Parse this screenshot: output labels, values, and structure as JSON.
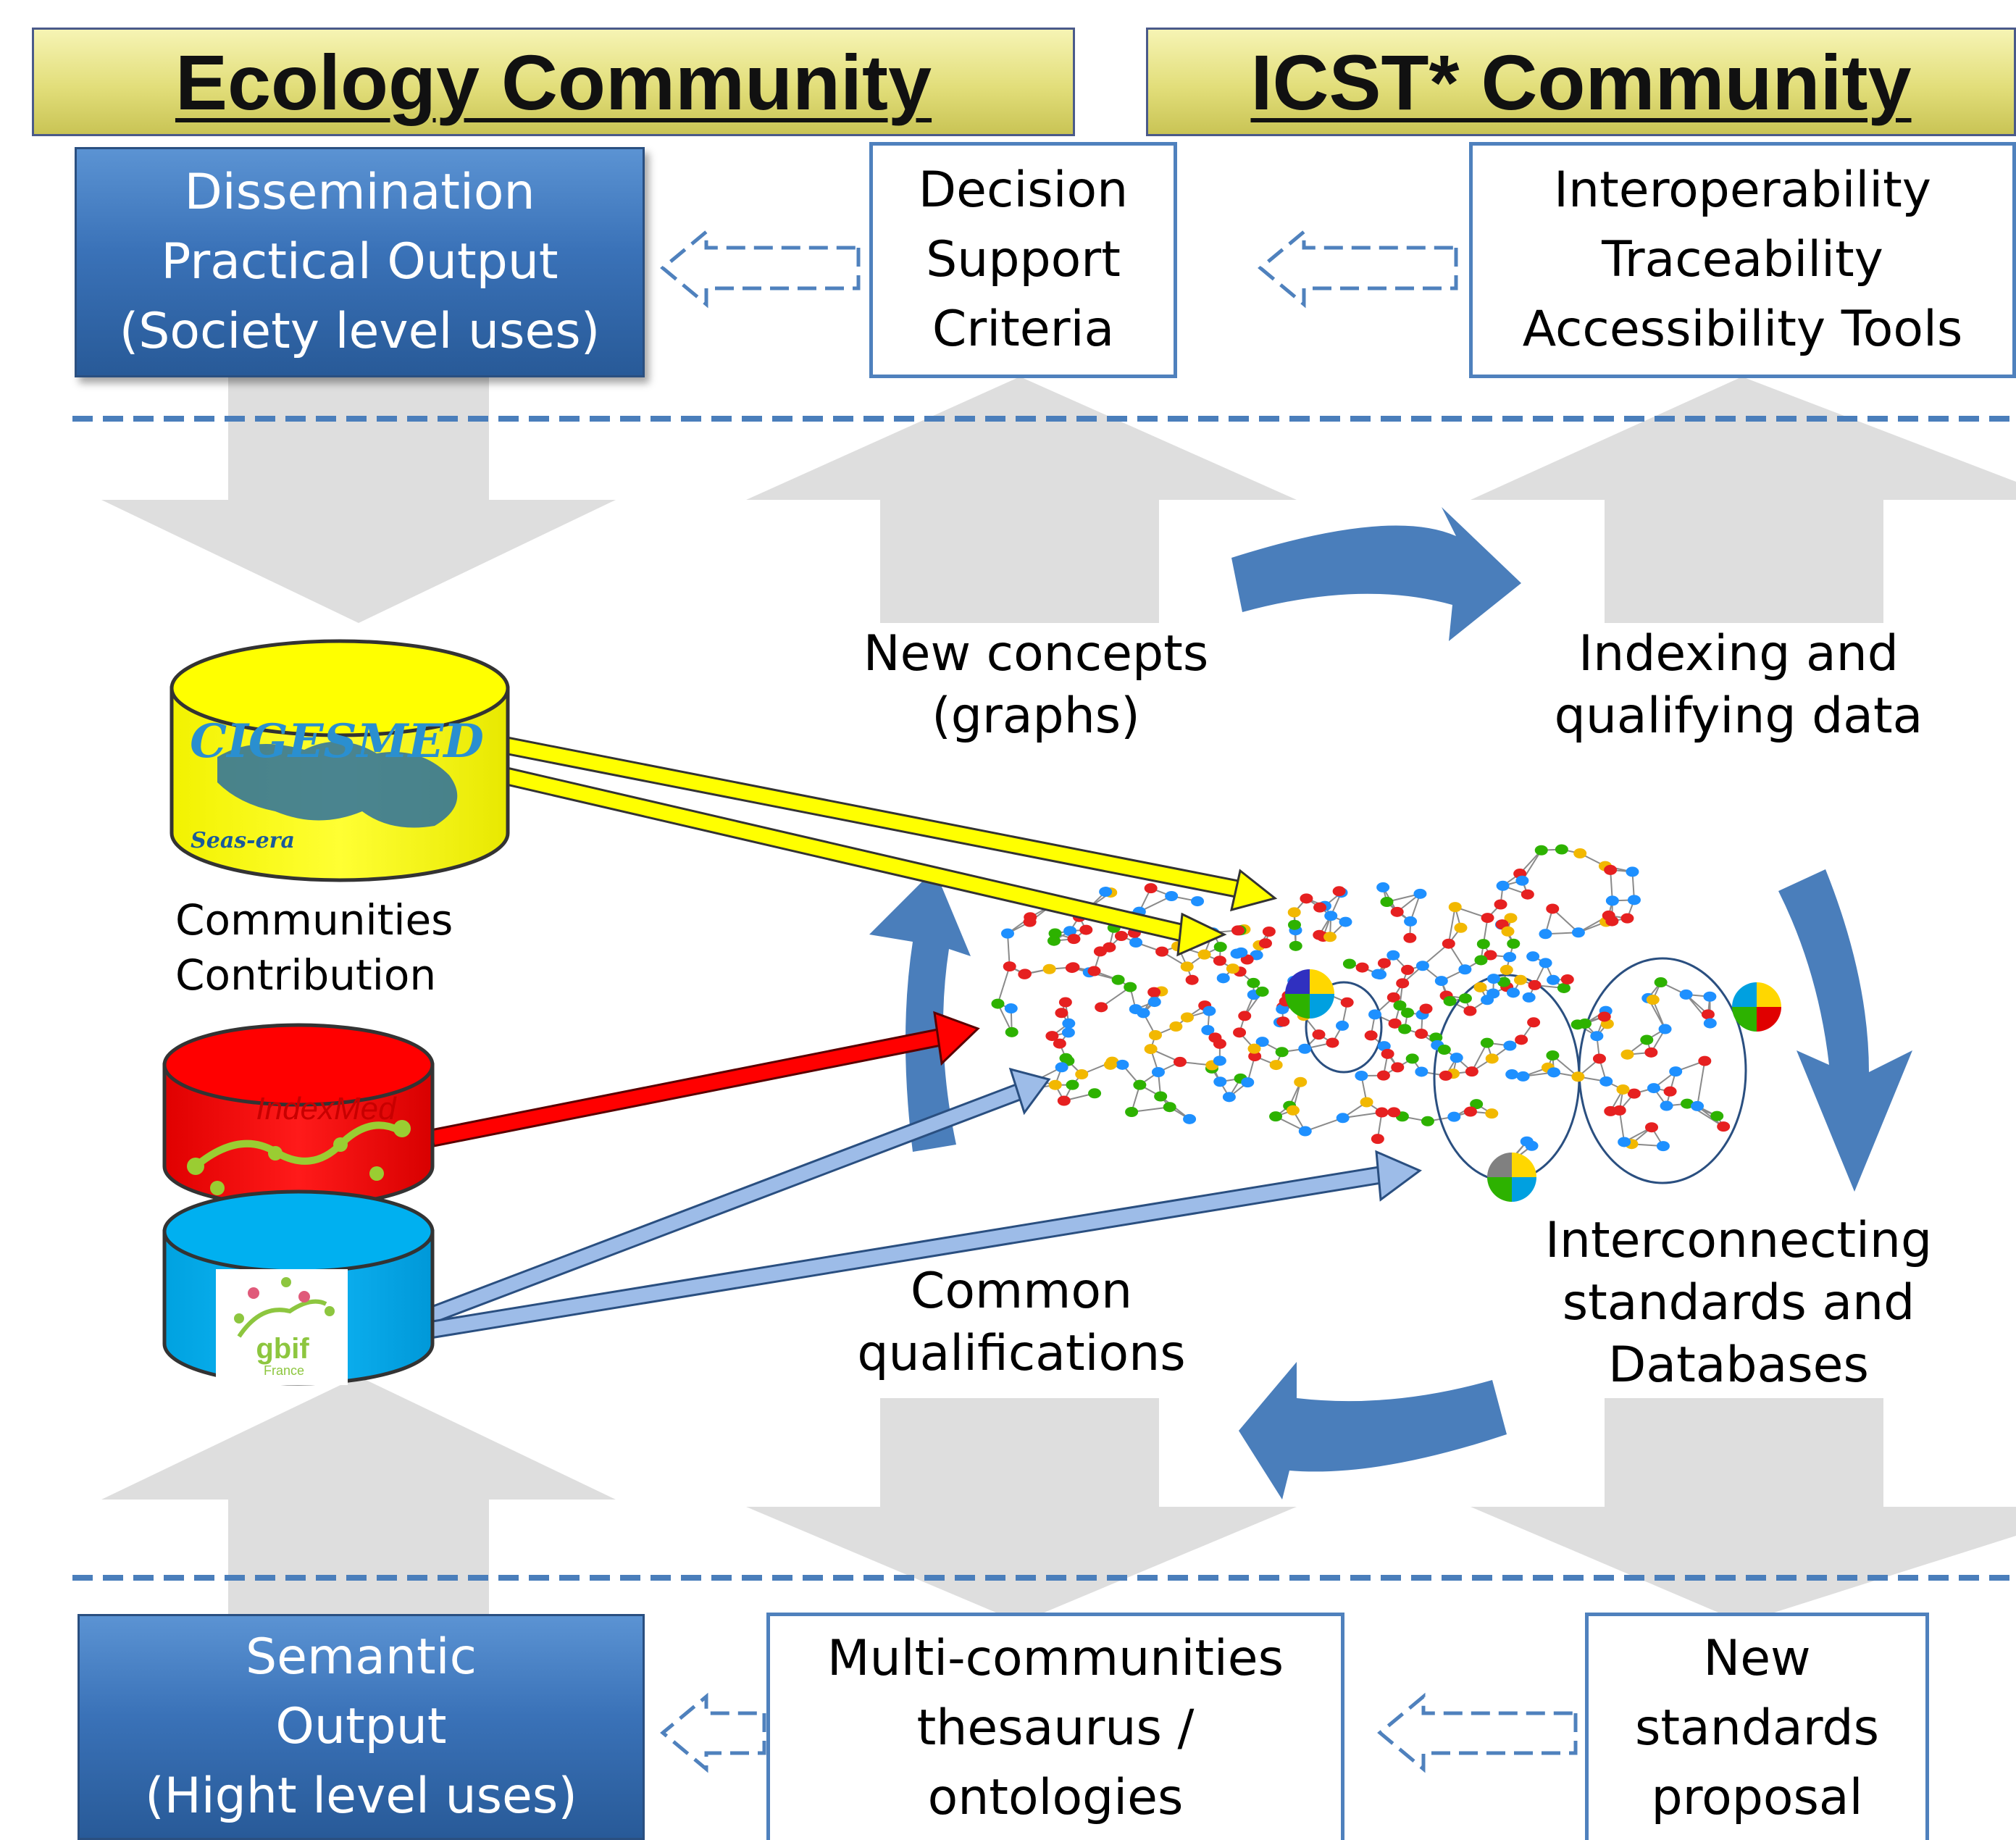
{
  "header": {
    "ecology": "Ecology Community",
    "icst": "ICST* Community"
  },
  "top_row": {
    "dissemination": [
      "Dissemination",
      "Practical Output",
      "(Society level uses)"
    ],
    "decision": [
      "Decision",
      "Support",
      "Criteria"
    ],
    "interop": [
      "Interoperability",
      "Traceability",
      "Accessibility Tools"
    ]
  },
  "middle": {
    "new_concepts": [
      "New concepts",
      "(graphs)"
    ],
    "indexing": [
      "Indexing and",
      "qualifying data"
    ],
    "communities": [
      "Communities",
      "Contribution"
    ],
    "interconnecting": [
      "Interconnecting",
      "standards and",
      "Databases"
    ],
    "common": [
      "Common",
      "qualifications"
    ]
  },
  "databases": {
    "cigesmed": "CIGESMED",
    "seasera": "Seas-era",
    "indexmed": "IndexMed",
    "gbif": "gbif",
    "gbif_sub": "France"
  },
  "bottom_row": {
    "semantic": [
      "Semantic",
      "Output",
      "(Hight level uses)"
    ],
    "thesaurus": [
      "Multi-communities",
      "thesaurus /",
      "ontologies"
    ],
    "standards": [
      "New",
      "standards",
      "proposal"
    ]
  },
  "colors": {
    "blue_box": "#3a72b8",
    "box_border": "#4f81bd",
    "cycle_arrow": "#4a7ebb",
    "grey_arrow": "#dcdcdc",
    "cigesmed_db": "#ffff00",
    "indexmed_db": "#ff0000",
    "gbif_db": "#00b0f0"
  }
}
